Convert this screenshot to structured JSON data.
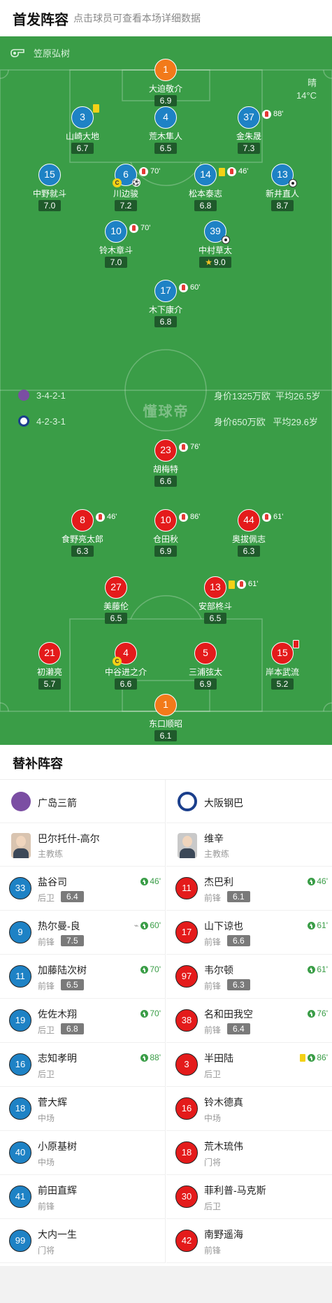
{
  "header": {
    "title": "首发阵容",
    "subtitle": "点击球员可查看本场详细数据"
  },
  "pitch": {
    "referee": "笠原弘树",
    "weather": {
      "condition": "晴",
      "temperature": "14°C"
    },
    "watermark": "懂球帝",
    "home_team": {
      "formation": "3-4-2-1",
      "worth": "身价1325万欧",
      "age": "平均26.5岁",
      "color": "#1e82c5"
    },
    "away_team": {
      "formation": "4-2-3-1",
      "worth": "身价650万欧",
      "age": "平均29.6岁",
      "color": "#e41b1b"
    },
    "home_players": [
      {
        "number": "1",
        "name": "大迫敬介",
        "rating": "6.9",
        "gk": true
      },
      {
        "number": "3",
        "name": "山崎大地",
        "rating": "6.7",
        "card": "yellow"
      },
      {
        "number": "4",
        "name": "荒木隼人",
        "rating": "6.5"
      },
      {
        "number": "37",
        "name": "金朱晟",
        "rating": "7.3",
        "sub_min": "88'"
      },
      {
        "number": "15",
        "name": "中野就斗",
        "rating": "7.0"
      },
      {
        "number": "6",
        "name": "川边骏",
        "rating": "7.2",
        "sub_min": "70'",
        "captain": "C"
      },
      {
        "number": "14",
        "name": "松本泰志",
        "rating": "6.8",
        "sub_min": "46'",
        "card": "yellow"
      },
      {
        "number": "13",
        "name": "新井直人",
        "rating": "8.7",
        "goal": true
      },
      {
        "number": "10",
        "name": "铃木章斗",
        "rating": "7.0",
        "sub_min": "70'"
      },
      {
        "number": "39",
        "name": "中村草太",
        "rating": "9.0",
        "goal": true,
        "star": true
      },
      {
        "number": "17",
        "name": "木下康介",
        "rating": "6.8",
        "sub_min": "60'"
      }
    ],
    "away_players": [
      {
        "number": "23",
        "name": "胡梅特",
        "rating": "6.6",
        "sub_min": "76'"
      },
      {
        "number": "8",
        "name": "食野亮太郎",
        "rating": "6.3",
        "sub_min": "46'"
      },
      {
        "number": "10",
        "name": "仓田秋",
        "rating": "6.9",
        "sub_min": "86'"
      },
      {
        "number": "44",
        "name": "奥拔佩志",
        "rating": "6.3",
        "sub_min": "61'"
      },
      {
        "number": "27",
        "name": "美藤伦",
        "rating": "6.5"
      },
      {
        "number": "13",
        "name": "安部柊斗",
        "rating": "6.5",
        "sub_min": "61'",
        "card": "yellow"
      },
      {
        "number": "21",
        "name": "初濑亮",
        "rating": "5.7"
      },
      {
        "number": "4",
        "name": "中谷进之介",
        "rating": "6.6",
        "captain": "C"
      },
      {
        "number": "5",
        "name": "三浦弦太",
        "rating": "6.9"
      },
      {
        "number": "15",
        "name": "岸本武流",
        "rating": "5.2",
        "card": "red"
      },
      {
        "number": "1",
        "name": "东口顺昭",
        "rating": "6.1",
        "gk": true
      }
    ]
  },
  "subs": {
    "title": "替补阵容",
    "home": {
      "team_name": "广岛三箭",
      "coach": {
        "name": "巴尔托什-高尔",
        "role": "主教练"
      },
      "players": [
        {
          "number": "33",
          "name": "盐谷司",
          "pos": "后卫",
          "rating": "6.4",
          "sub_in": "46'"
        },
        {
          "number": "9",
          "name": "热尔曼-良",
          "pos": "前锋",
          "rating": "7.5",
          "sub_in": "60'",
          "assist": true
        },
        {
          "number": "11",
          "name": "加藤陆次树",
          "pos": "前锋",
          "rating": "6.5",
          "sub_in": "70'"
        },
        {
          "number": "19",
          "name": "佐佐木翔",
          "pos": "后卫",
          "rating": "6.8",
          "sub_in": "70'"
        },
        {
          "number": "16",
          "name": "志知孝明",
          "pos": "后卫",
          "sub_in": "88'"
        },
        {
          "number": "18",
          "name": "菅大辉",
          "pos": "中场"
        },
        {
          "number": "40",
          "name": "小原基树",
          "pos": "中场"
        },
        {
          "number": "41",
          "name": "前田直辉",
          "pos": "前锋"
        },
        {
          "number": "99",
          "name": "大内一生",
          "pos": "门将"
        }
      ]
    },
    "away": {
      "team_name": "大阪钢巴",
      "coach": {
        "name": "维辛",
        "role": "主教练"
      },
      "players": [
        {
          "number": "11",
          "name": "杰巴利",
          "pos": "前锋",
          "rating": "6.1",
          "sub_in": "46'"
        },
        {
          "number": "17",
          "name": "山下谅也",
          "pos": "前锋",
          "rating": "6.6",
          "sub_in": "61'"
        },
        {
          "number": "97",
          "name": "韦尔顿",
          "pos": "前锋",
          "rating": "6.3",
          "sub_in": "61'"
        },
        {
          "number": "38",
          "name": "名和田我空",
          "pos": "前锋",
          "rating": "6.4",
          "sub_in": "76'"
        },
        {
          "number": "3",
          "name": "半田陆",
          "pos": "后卫",
          "sub_in": "86'",
          "card": "yellow"
        },
        {
          "number": "16",
          "name": "铃木德真",
          "pos": "中场"
        },
        {
          "number": "18",
          "name": "荒木琉伟",
          "pos": "门将"
        },
        {
          "number": "30",
          "name": "菲利普-马克斯",
          "pos": "后卫"
        },
        {
          "number": "42",
          "name": "南野遥海",
          "pos": "前锋"
        }
      ]
    }
  }
}
